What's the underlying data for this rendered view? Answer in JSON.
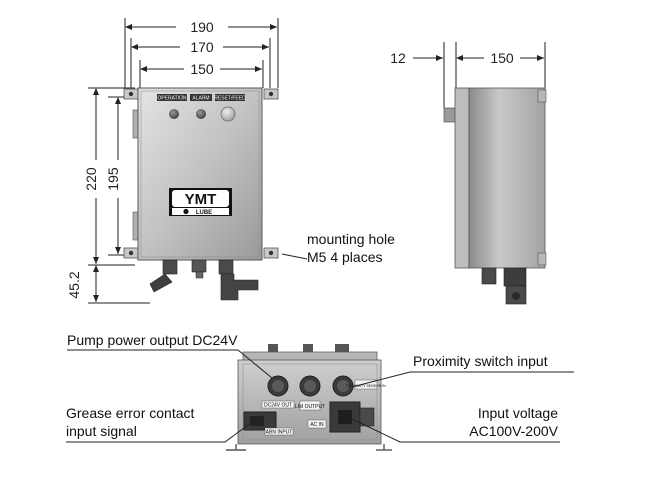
{
  "dimensions": {
    "w190": "190",
    "w170": "170",
    "w150": "150",
    "h220": "220",
    "h195": "195",
    "h45": "45.2",
    "side12": "12",
    "side150": "150"
  },
  "front_panel": {
    "indicator_operation": "OPERATION",
    "indicator_alarm": "ALARM",
    "indicator_reset": "RESET/FEED",
    "logo_main": "YMT",
    "logo_sub": "LUBE"
  },
  "callouts": {
    "mounting_line1": "mounting hole",
    "mounting_line2": "M5 4 places",
    "pump_power": "Pump power output DC24V",
    "proximity": "Proximity switch input",
    "grease_line1": "Grease error contact",
    "grease_line2": "input signal",
    "voltage_line1": "Input voltage",
    "voltage_line2": "AC100V-200V"
  },
  "bottom_panel": {
    "dc24v_out": "DC24V OUT",
    "abn_input": "ABN INPUT",
    "ac_in": "AC IN",
    "proximity_small": "PROXIMITY SENSOR IN",
    "lim_output": "LIM OUTPUT"
  },
  "colors": {
    "metal_light": "#d8d8d8",
    "metal_mid": "#a9a9a9",
    "metal_dark": "#6e6e6e",
    "line": "#222222"
  }
}
